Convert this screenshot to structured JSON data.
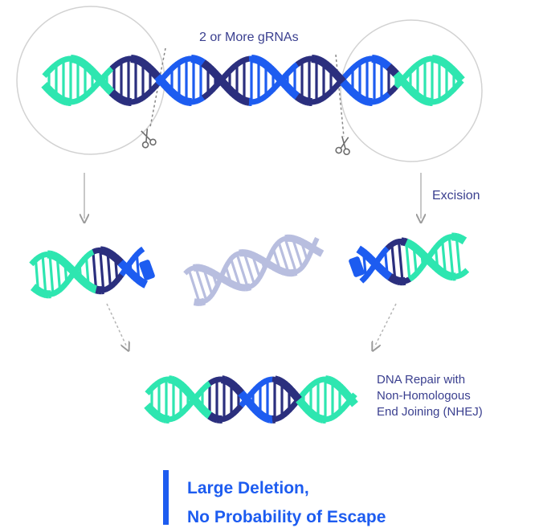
{
  "title": "2 or More gRNAs",
  "excision_label": "Excision",
  "repair_label": {
    "line1": "DNA Repair with",
    "line2": "Non-Homologous",
    "line3": "End Joining (NHEJ)"
  },
  "result": {
    "line1": "Large Deletion,",
    "line2": "No Probability of Escape"
  },
  "colors": {
    "teal": "#2ee6b0",
    "dark_navy": "#2b2f7e",
    "blue": "#1d5cf0",
    "faded": "#b8bedf",
    "text": "#3a3f8f",
    "accent": "#1d5cf0"
  },
  "icons": [
    "scissors-icon",
    "scissors-icon"
  ]
}
